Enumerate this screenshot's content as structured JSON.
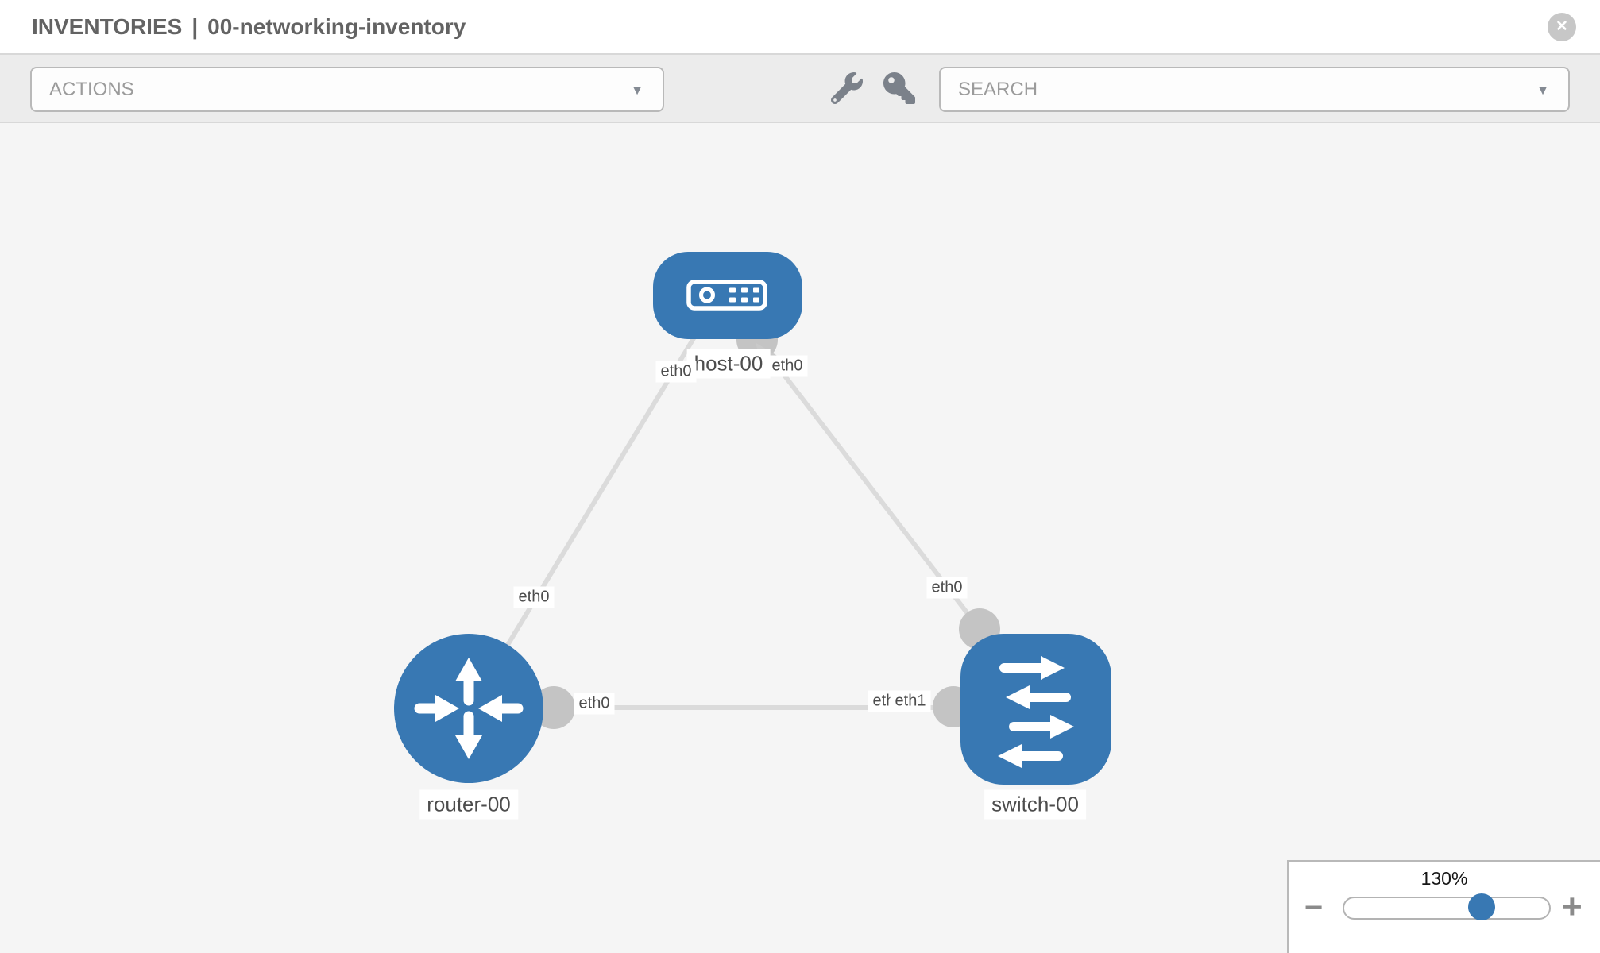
{
  "header": {
    "section": "INVENTORIES",
    "separator": "|",
    "inventory_name": "00-networking-inventory"
  },
  "icons": {
    "close": "✕",
    "caret": "▼"
  },
  "toolbar": {
    "actions_label": "ACTIONS",
    "search_label": "SEARCH"
  },
  "topology": {
    "nodes": [
      {
        "id": "host-00",
        "type": "host",
        "label": "host-00"
      },
      {
        "id": "router-00",
        "type": "router",
        "label": "router-00"
      },
      {
        "id": "switch-00",
        "type": "switch",
        "label": "switch-00"
      }
    ],
    "links": [
      {
        "from": "host-00",
        "to": "router-00",
        "from_if": "eth0",
        "to_if": "eth0"
      },
      {
        "from": "host-00",
        "to": "switch-00",
        "from_if": "eth0",
        "to_if": "eth0"
      },
      {
        "from": "router-00",
        "to": "switch-00",
        "from_if": "eth0",
        "to_if": "eth1",
        "overlapped_if": "eth0"
      }
    ]
  },
  "zoom": {
    "level": "130%",
    "minus_icon": "−",
    "plus_icon": "+"
  },
  "colors": {
    "node_blue": "#3878b3",
    "link_gray": "#dbdbdb",
    "connector_gray": "#c4c4c4",
    "canvas_bg": "#f5f5f5",
    "toolbar_bg": "#ececec"
  }
}
